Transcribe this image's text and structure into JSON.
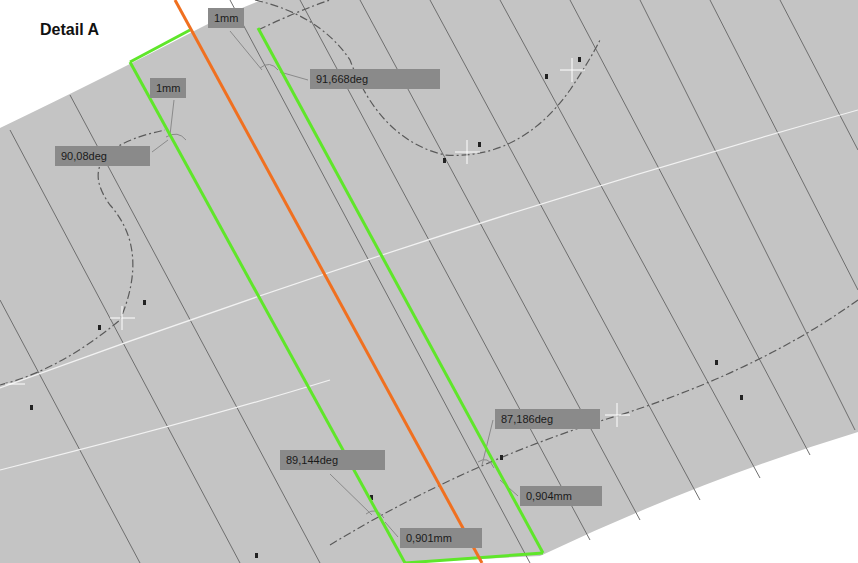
{
  "diagram": {
    "title": "Detail A",
    "labels": [
      "1mm",
      "1mm",
      "91,668deg",
      "90,08deg",
      "87,186deg",
      "89,144deg",
      "0,904mm",
      "0,901mm"
    ]
  }
}
